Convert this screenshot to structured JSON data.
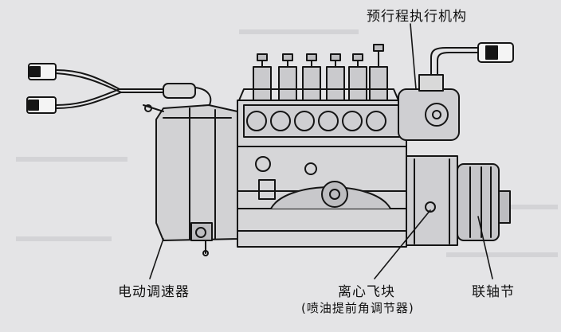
{
  "labels": {
    "injection_timing_actuator": "预行程执行机构",
    "electric_governor": "电动调速器",
    "centrifugal_flyweight": "离心飞块",
    "timing_advance_device": "(喷油提前角调节器)",
    "coupling": "联轴节"
  },
  "colors": {
    "background": "#e4e4e6",
    "ink": "#151515",
    "body_fill": "#d2d2d4"
  }
}
